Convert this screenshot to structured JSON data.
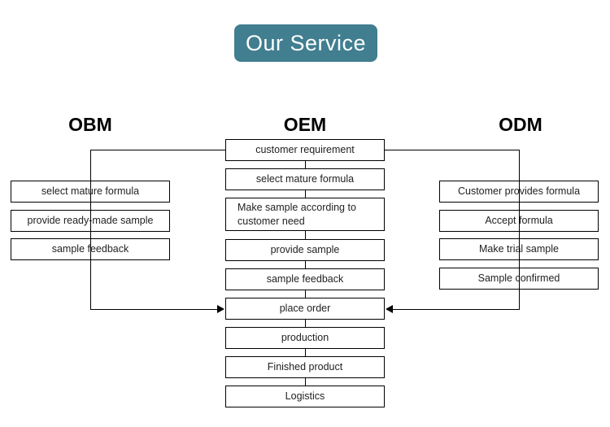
{
  "title": {
    "text": "Our Service",
    "badge_color": "#407E90",
    "text_color": "#FFFFFF"
  },
  "columns": [
    {
      "name": "obm",
      "header": "OBM",
      "nodes": [
        "select mature formula",
        "provide ready-made sample",
        "sample feedback"
      ]
    },
    {
      "name": "oem",
      "header": "OEM",
      "nodes": [
        "customer requirement",
        "select mature formula",
        "Make sample according to customer need",
        "provide sample",
        "sample feedback",
        "place order",
        "production",
        "Finished product",
        "Logistics"
      ]
    },
    {
      "name": "odm",
      "header": "ODM",
      "nodes": [
        "Customer provides formula",
        "Accept formula",
        "Make trial sample",
        "Sample confirmed"
      ]
    }
  ],
  "diagram_meta": {
    "type": "flowchart",
    "box_border_color": "#000000",
    "connector_color": "#000000",
    "background": "#FFFFFF",
    "merge_node": "place order"
  }
}
